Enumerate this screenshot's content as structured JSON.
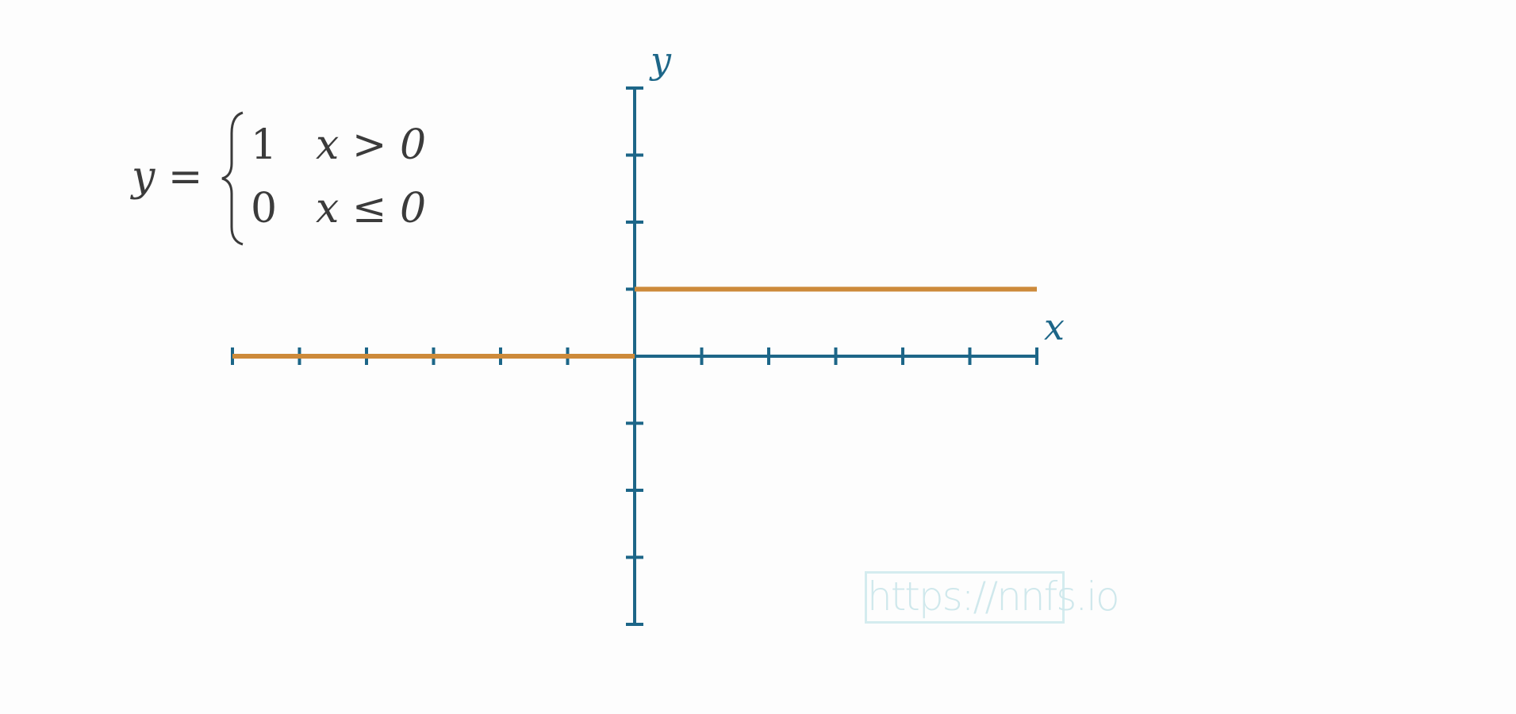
{
  "equation": {
    "lhs": "y =",
    "cases": [
      {
        "value": "1",
        "condition": "x > 0"
      },
      {
        "value": "0",
        "condition": "x ≤ 0"
      }
    ]
  },
  "chart_data": {
    "type": "line",
    "xlabel": "x",
    "ylabel": "y",
    "xlim": [
      -6,
      6
    ],
    "ylim": [
      -4,
      4
    ],
    "x_ticks": [
      -6,
      -5,
      -4,
      -3,
      -2,
      -1,
      1,
      2,
      3,
      4,
      5,
      6
    ],
    "y_ticks": [
      -4,
      -3,
      -2,
      -1,
      1,
      2,
      3,
      4
    ],
    "grid": false,
    "series": [
      {
        "segments": [
          {
            "x": [
              -6,
              0
            ],
            "y": [
              0,
              0
            ]
          },
          {
            "x": [
              0,
              6
            ],
            "y": [
              1,
              1
            ]
          }
        ]
      }
    ],
    "colors": {
      "axis": "#1d6688",
      "series": "#cd8a3a"
    }
  },
  "watermark": "https://nnfs.io"
}
